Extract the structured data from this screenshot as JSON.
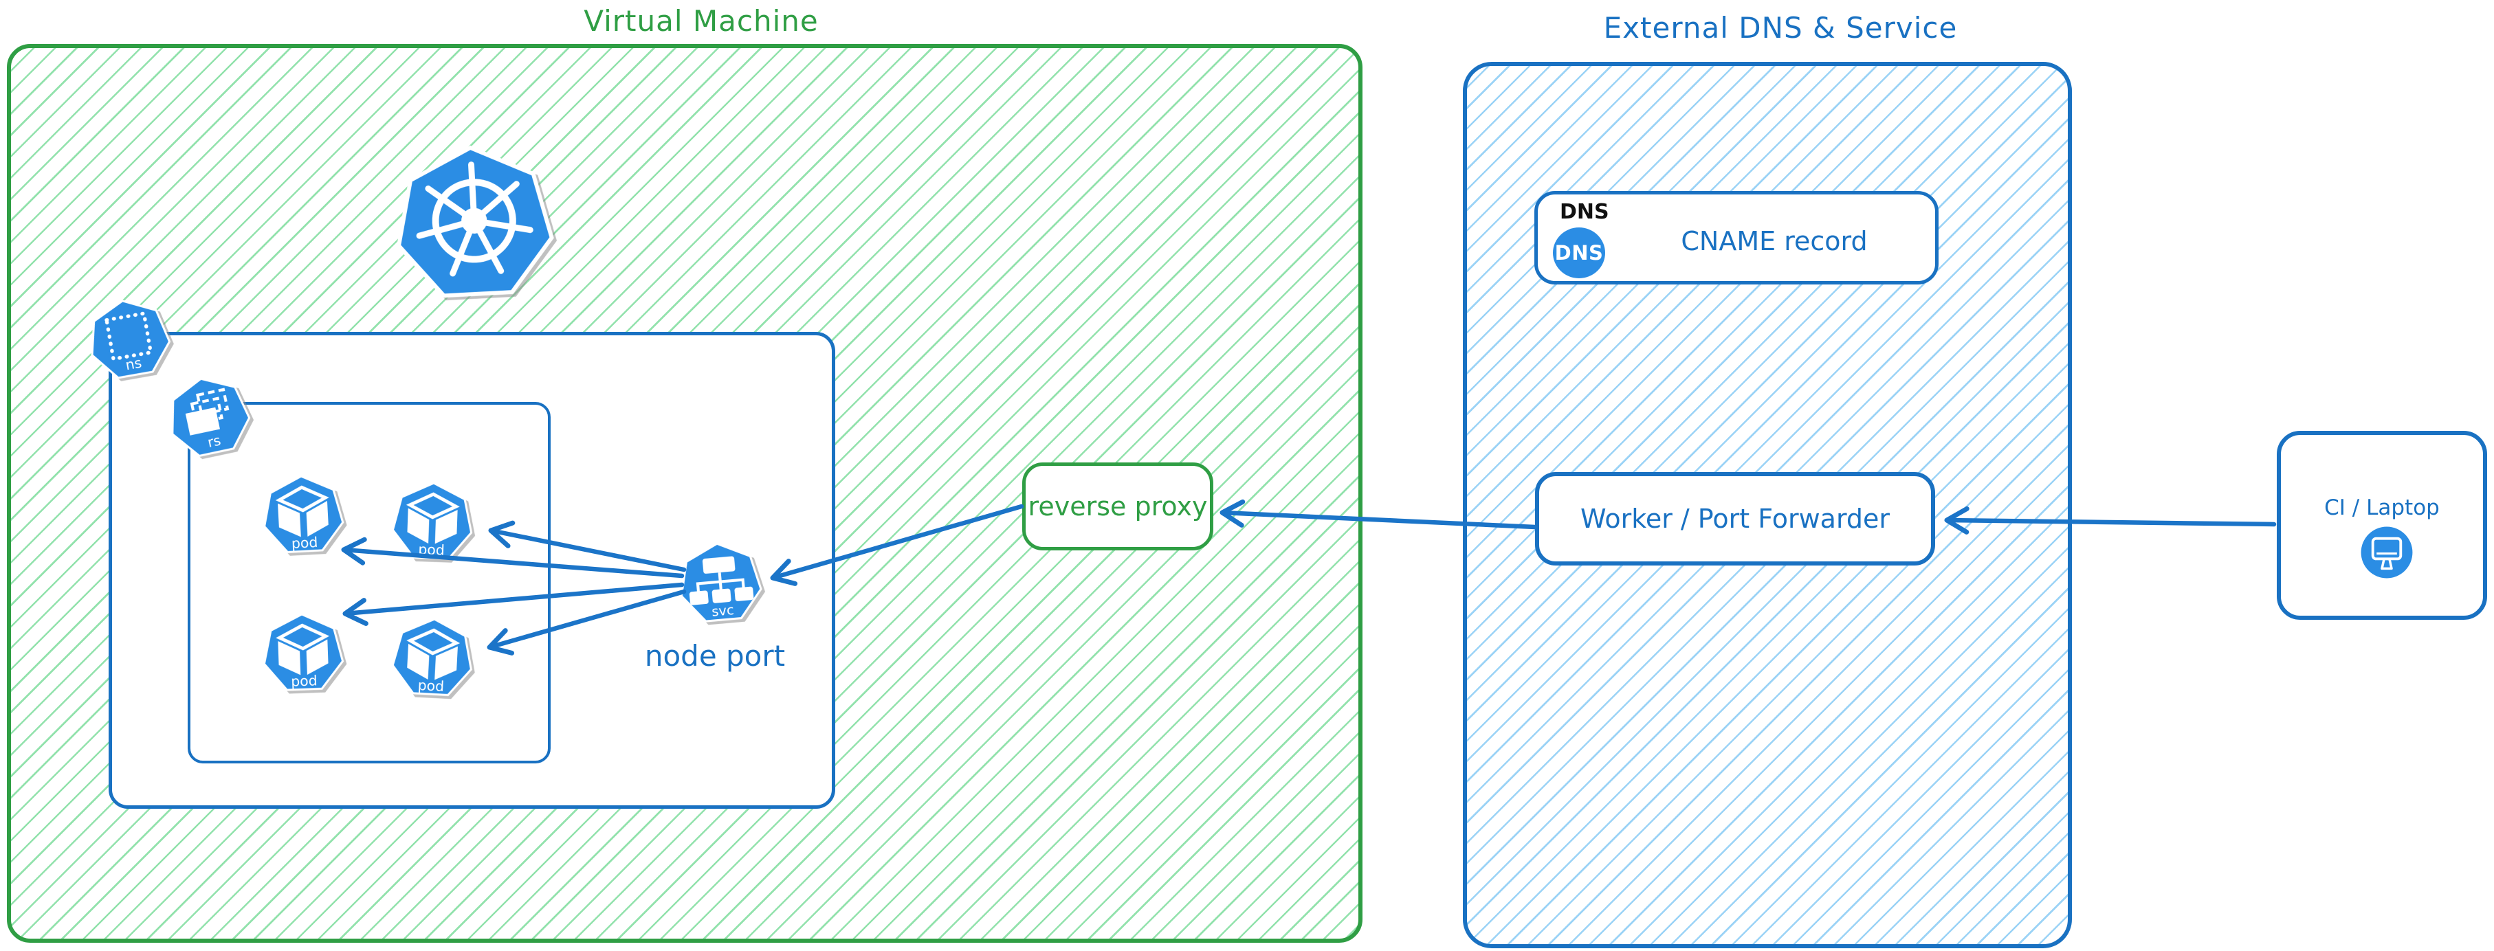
{
  "groups": {
    "vm": {
      "title": "Virtual Machine"
    },
    "external": {
      "title": "External DNS & Service"
    }
  },
  "labels": {
    "namespace": "ns",
    "replicaset": "rs",
    "pod": "pod",
    "service": "svc",
    "node_port": "node port",
    "reverse_proxy": "reverse proxy",
    "dns_tag": "DNS",
    "dns_badge": "DNS",
    "cname": "CNAME record",
    "worker": "Worker / Port Forwarder",
    "ci": "CI / Laptop"
  },
  "colors": {
    "green_stroke": "#2f9e44",
    "green_hatch": "#92e2ac",
    "blue_stroke": "#1971c2",
    "blue_hatch": "#9bd3f6",
    "icon_blue": "#2b8de4",
    "arrow_blue": "#1b74c8",
    "black_text": "#111111"
  }
}
